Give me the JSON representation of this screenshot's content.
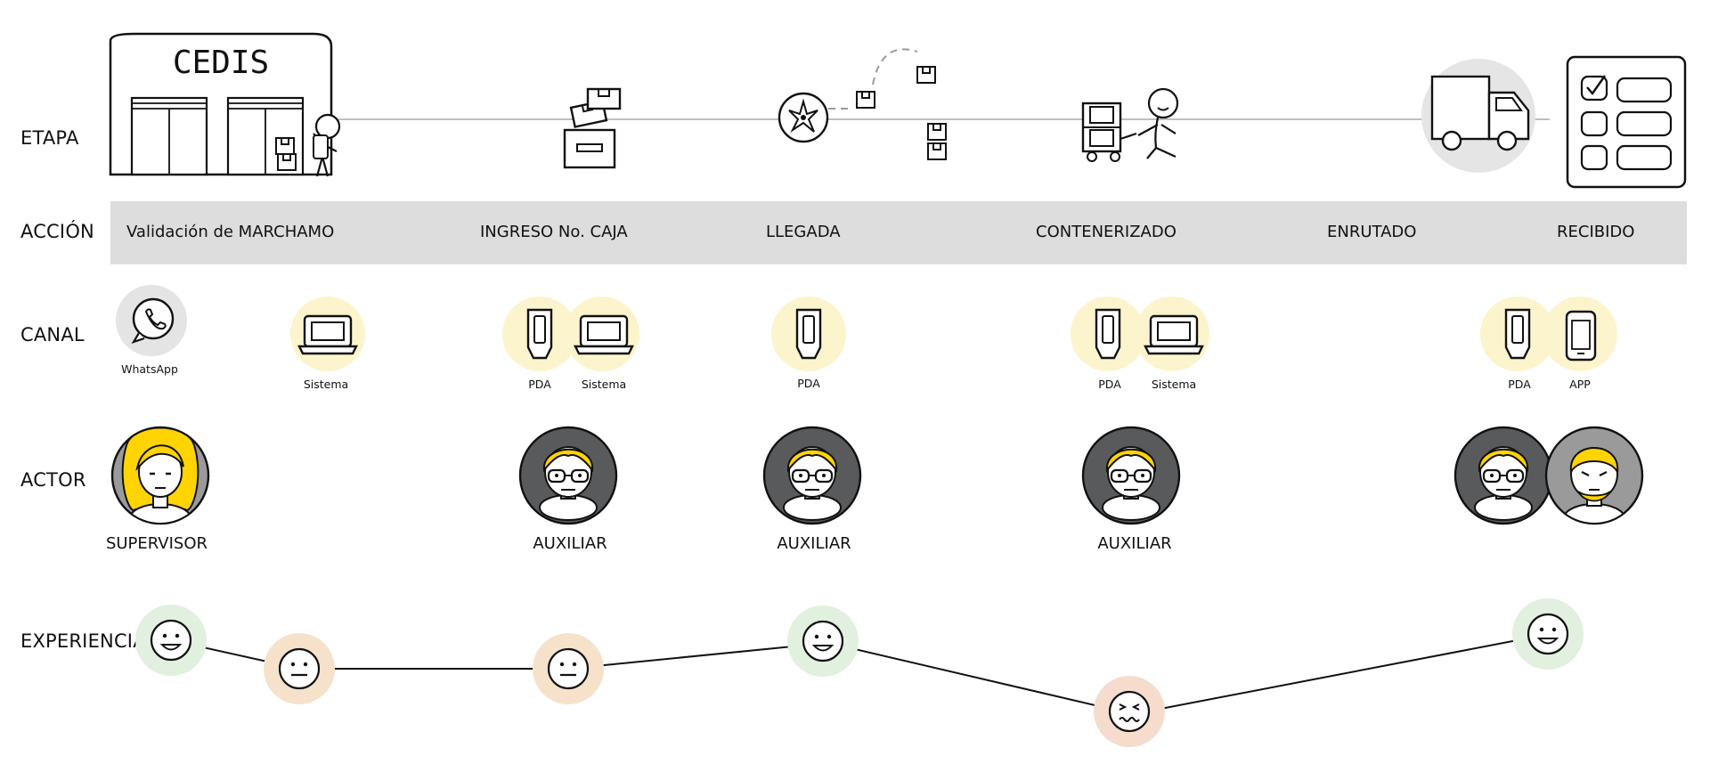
{
  "rows": {
    "etapa": "ETAPA",
    "accion": "ACCIÓN",
    "canal": "CANAL",
    "actor": "ACTOR",
    "experiencia": "EXPERIENCIA"
  },
  "logo": "CEDIS",
  "actions": [
    "Validación de MARCHAMO",
    "INGRESO No. CAJA",
    "LLEGADA",
    "CONTENERIZADO",
    "ENRUTADO",
    "RECIBIDO"
  ],
  "channels": {
    "whatsapp": "WhatsApp",
    "sistema_1": "Sistema",
    "pda_2": "PDA",
    "sistema_2": "Sistema",
    "pda_3": "PDA",
    "pda_4": "PDA",
    "sistema_4": "Sistema",
    "pda_6": "PDA",
    "app_6": "APP"
  },
  "actors": {
    "a1": "SUPERVISOR",
    "a2": "AUXILIAR",
    "a3": "AUXILIAR",
    "a4": "AUXILIAR"
  },
  "experience": [
    {
      "mood": "happy"
    },
    {
      "mood": "neutral"
    },
    {
      "mood": "neutral"
    },
    {
      "mood": "happy"
    },
    {
      "mood": "upset"
    },
    {
      "mood": "happy"
    }
  ],
  "colors": {
    "band": "#dddddd",
    "channel_bg": "#fcf4cc",
    "happy_ring": "#e2f0df",
    "neutral_ring": "#f6e2cb",
    "upset_ring": "#f6dccd",
    "hair": "#ffd400",
    "actor_dark": "#595a5c",
    "actor_gray": "#9a9a9a",
    "whatsapp_bg": "#e4e4e4"
  }
}
